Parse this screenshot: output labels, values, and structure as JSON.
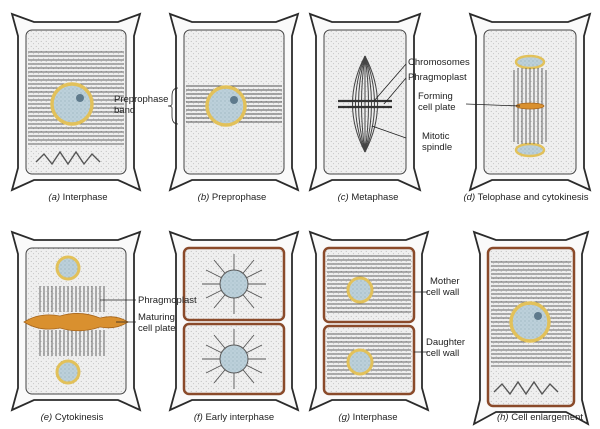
{
  "panels": [
    {
      "letter": "(a)",
      "caption": "Interphase"
    },
    {
      "letter": "(b)",
      "caption": "Preprophase"
    },
    {
      "letter": "(c)",
      "caption": "Metaphase"
    },
    {
      "letter": "(d)",
      "caption": "Telophase and cytokinesis"
    },
    {
      "letter": "(e)",
      "caption": "Cytokinesis"
    },
    {
      "letter": "(f)",
      "caption": "Early interphase"
    },
    {
      "letter": "(g)",
      "caption": "Interphase"
    },
    {
      "letter": "(h)",
      "caption": "Cell enlargement"
    }
  ],
  "labels": {
    "preprophase_band_1": "Preprophase",
    "preprophase_band_2": "band",
    "chromosomes": "Chromosomes",
    "phragmoplast_top": "Phragmoplast",
    "forming_1": "Forming",
    "forming_2": "cell plate",
    "mitotic_1": "Mitotic",
    "mitotic_2": "spindle",
    "phragmoplast_bottom": "Phragmoplast",
    "maturing_1": "Maturing",
    "maturing_2": "cell plate",
    "mother_1": "Mother",
    "mother_2": "cell wall",
    "daughter_1": "Daughter",
    "daughter_2": "cell wall"
  },
  "colors": {
    "wall": "#2b2b2b",
    "cytoplasm": "#eeeeee",
    "nucleus": "#b8cdd8",
    "nuclear_rim": "#e2c15a",
    "cell_plate": "#d9902f",
    "new_wall": "#8a4a2a",
    "microtubule": "#6a6a6a"
  }
}
